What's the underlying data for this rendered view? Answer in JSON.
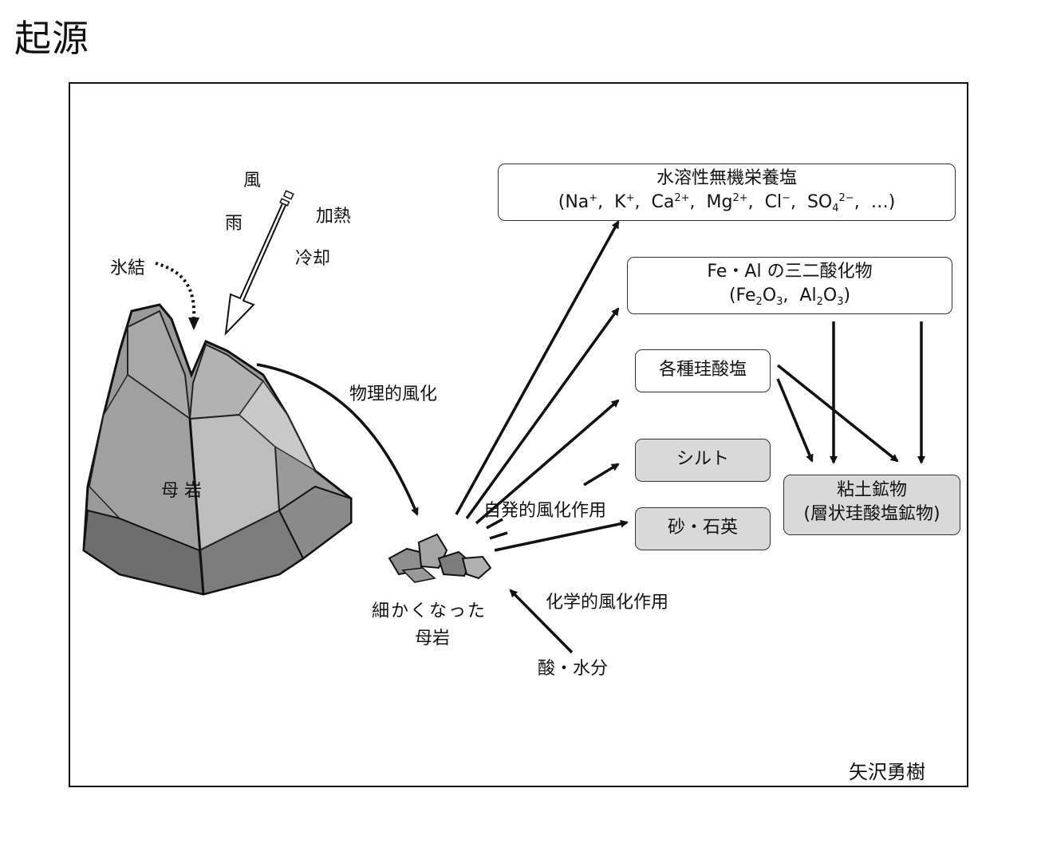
{
  "title": "起源",
  "labels": {
    "kaze": "風",
    "ame": "雨",
    "kanetsu": "加熱",
    "reikyaku": "冷却",
    "hyouketsu": "氷結",
    "parent_rock": "母 岩",
    "physical": "物理的風化",
    "fine_rock_1": "細かくなった",
    "fine_rock_2": "母岩",
    "spontaneous": "自発的風化作用",
    "chemical": "化学的風化作用",
    "acid_water": "酸・水分",
    "author": "矢沢勇樹"
  },
  "boxes": {
    "nutrient_salts": {
      "title": "水溶性無機栄養塩",
      "ions": [
        "Na",
        "+",
        "K",
        "+",
        "Ca",
        "2+",
        "Mg",
        "2+",
        "Cl",
        "−",
        "SO",
        "4",
        "2−",
        "…"
      ]
    },
    "sesquioxide": {
      "title": "Fe・Al の三二酸化物",
      "f1": "Fe",
      "f1s1": "2",
      "f1m": "O",
      "f1s2": "3",
      "f2": "Al",
      "f2s1": "2",
      "f2m": "O",
      "f2s2": "3"
    },
    "silicates": "各種珪酸塩",
    "silt": "シルト",
    "sand": "砂・石英",
    "clay": {
      "line1": "粘土鉱物",
      "line2": "(層状珪酸塩鉱物)"
    }
  }
}
